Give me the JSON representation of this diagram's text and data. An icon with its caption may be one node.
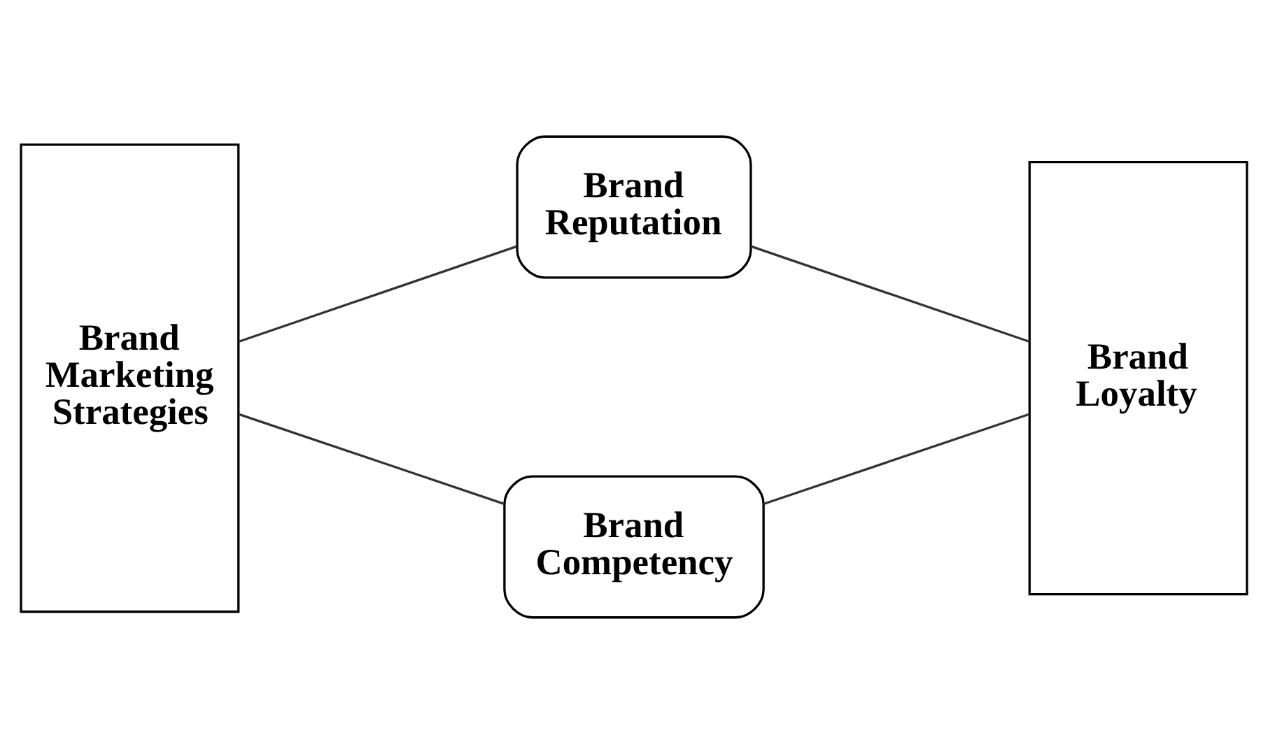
{
  "diagram": {
    "nodes": [
      {
        "text": [
          "Brand Marketing Strategies"
        ]
      },
      {
        "text": [
          "Brand Reputation"
        ]
      },
      {
        "text": [
          "Brand Competency"
        ]
      },
      {
        "text": [
          "Brand Loyalty"
        ]
      }
    ],
    "edges": [
      {
        "from": 0,
        "to": 1,
        "arrow": "none"
      },
      {
        "from": 0,
        "to": 2,
        "arrow": "none"
      },
      {
        "from": 1,
        "to": 3,
        "arrow": "none"
      },
      {
        "from": 2,
        "to": 3,
        "arrow": "none"
      }
    ]
  }
}
